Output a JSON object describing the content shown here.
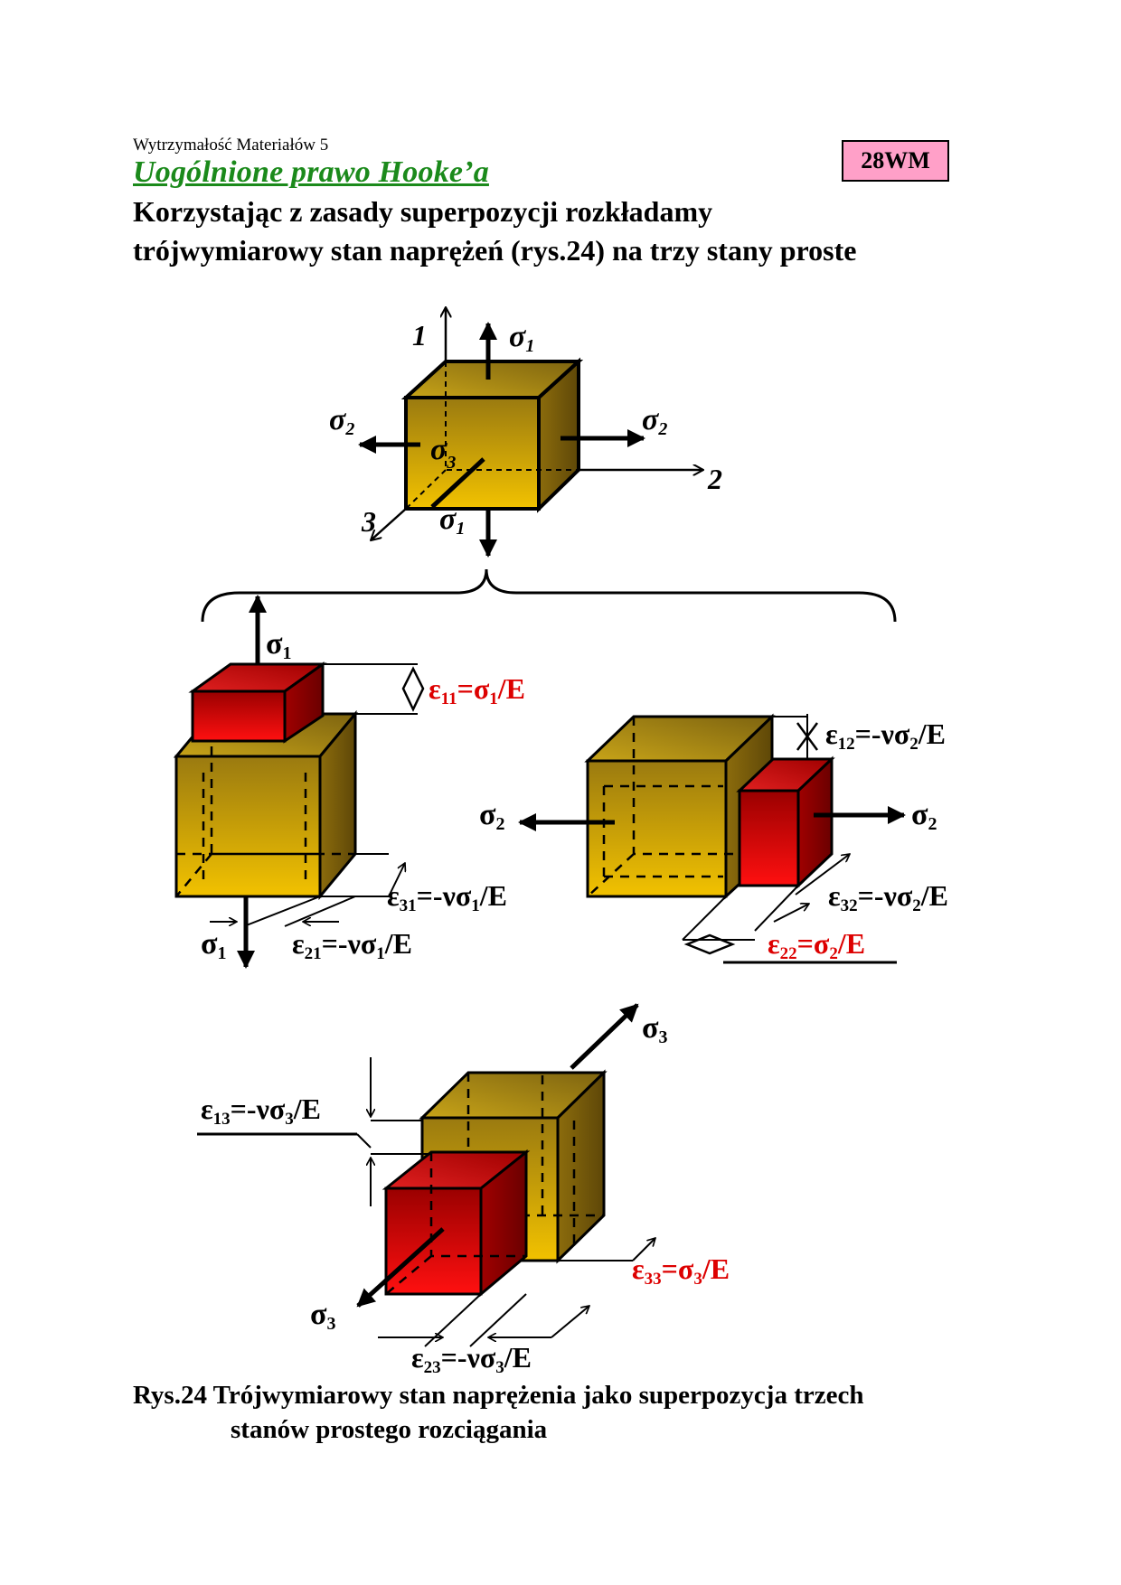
{
  "header": {
    "subtitle": "Wytrzymałość Materiałów 5",
    "title": "Uogólnione prawo Hooke’a",
    "code": "28WM"
  },
  "intro": {
    "line1": "Korzystając z zasady superpozycji rozkładamy",
    "line2": "trójwymiarowy stan naprężeń (rys.24) na trzy stany proste"
  },
  "figure": {
    "axes": {
      "a1": "1",
      "a2": "2",
      "a3": "3"
    },
    "sigma": "σ",
    "sub1": "1",
    "sub2": "2",
    "sub3": "3",
    "eps11": {
      "eps": "ε",
      "sub": "11",
      "rest": "=σ",
      "sub2": "1",
      "tail": "/E"
    },
    "eps21": {
      "eps": "ε",
      "sub": "21",
      "rest": "=-νσ",
      "sub2": "1",
      "tail": "/E"
    },
    "eps31": {
      "eps": "ε",
      "sub": "31",
      "rest": "=-νσ",
      "sub2": "1",
      "tail": "/E"
    },
    "eps12": {
      "eps": "ε",
      "sub": "12",
      "rest": "=-νσ",
      "sub2": "2",
      "tail": "/E"
    },
    "eps22": {
      "eps": "ε",
      "sub": "22",
      "rest": "=σ",
      "sub2": "2",
      "tail": "/E"
    },
    "eps32": {
      "eps": "ε",
      "sub": "32",
      "rest": "=-νσ",
      "sub2": "2",
      "tail": "/E"
    },
    "eps13": {
      "eps": "ε",
      "sub": "13",
      "rest": "=-νσ",
      "sub2": "3",
      "tail": "/E"
    },
    "eps23": {
      "eps": "ε",
      "sub": "23",
      "rest": "=-νσ",
      "sub2": "3",
      "tail": "/E"
    },
    "eps33": {
      "eps": "ε",
      "sub": "33",
      "rest": "=σ",
      "sub2": "3",
      "tail": "/E"
    }
  },
  "caption": {
    "line1": "Rys.24 Trójwymiarowy stan naprężenia jako superpozycja trzech",
    "line2": "stanów prostego rozciągania"
  },
  "colors": {
    "gold": "#d4a300",
    "red": "#dd0000",
    "green": "#1b8a1b",
    "badge": "#ffa0c8"
  }
}
